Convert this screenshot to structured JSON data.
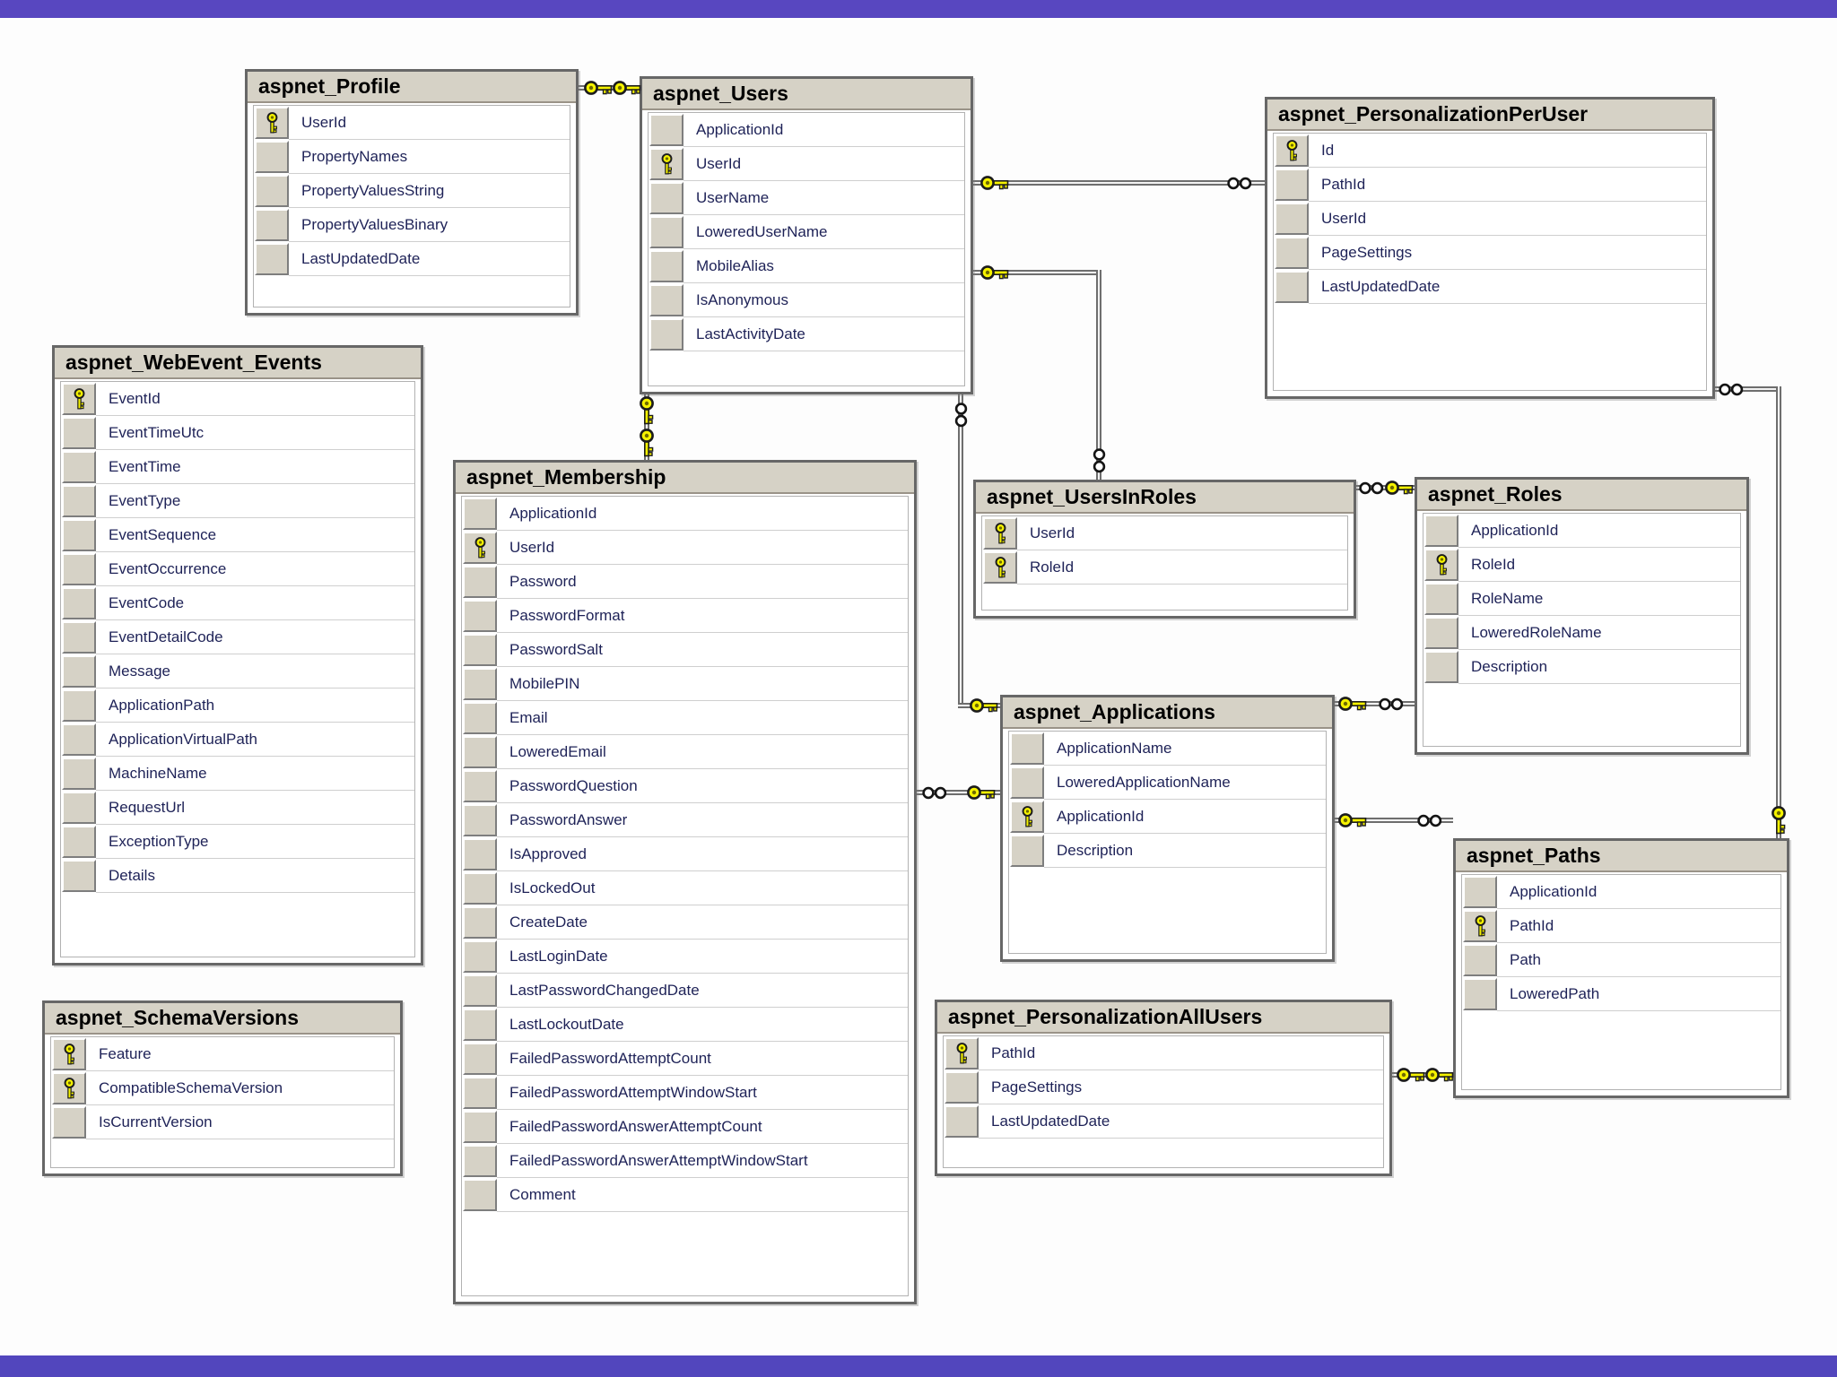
{
  "page": {
    "top_bar_color": "#5847c0",
    "bottom_bar_color": "#5246bd",
    "background": "#fdfdfd"
  },
  "colors": {
    "table_header_bg": "#d6d2c6",
    "table_border": "#676767",
    "field_text": "#1e2257",
    "title_text": "#000000",
    "primary_key_yellow": "#f5f200",
    "relationship_line_gray": "#6e6e6e"
  },
  "icons": {
    "primary_key": "key-icon",
    "one_side": "key-icon",
    "many_side": "infinity-icon"
  },
  "diagram": {
    "tables": [
      {
        "title": "aspnet_Profile",
        "fields": [
          {
            "name": "UserId",
            "key": true
          },
          {
            "name": "PropertyNames",
            "key": false
          },
          {
            "name": "PropertyValuesString",
            "key": false
          },
          {
            "name": "PropertyValuesBinary",
            "key": false
          },
          {
            "name": "LastUpdatedDate",
            "key": false
          }
        ]
      },
      {
        "title": "aspnet_Users",
        "fields": [
          {
            "name": "ApplicationId",
            "key": false
          },
          {
            "name": "UserId",
            "key": true
          },
          {
            "name": "UserName",
            "key": false
          },
          {
            "name": "LoweredUserName",
            "key": false
          },
          {
            "name": "MobileAlias",
            "key": false
          },
          {
            "name": "IsAnonymous",
            "key": false
          },
          {
            "name": "LastActivityDate",
            "key": false
          }
        ]
      },
      {
        "title": "aspnet_PersonalizationPerUser",
        "fields": [
          {
            "name": "Id",
            "key": true
          },
          {
            "name": "PathId",
            "key": false
          },
          {
            "name": "UserId",
            "key": false
          },
          {
            "name": "PageSettings",
            "key": false
          },
          {
            "name": "LastUpdatedDate",
            "key": false
          }
        ]
      },
      {
        "title": "aspnet_WebEvent_Events",
        "fields": [
          {
            "name": "EventId",
            "key": true
          },
          {
            "name": "EventTimeUtc",
            "key": false
          },
          {
            "name": "EventTime",
            "key": false
          },
          {
            "name": "EventType",
            "key": false
          },
          {
            "name": "EventSequence",
            "key": false
          },
          {
            "name": "EventOccurrence",
            "key": false
          },
          {
            "name": "EventCode",
            "key": false
          },
          {
            "name": "EventDetailCode",
            "key": false
          },
          {
            "name": "Message",
            "key": false
          },
          {
            "name": "ApplicationPath",
            "key": false
          },
          {
            "name": "ApplicationVirtualPath",
            "key": false
          },
          {
            "name": "MachineName",
            "key": false
          },
          {
            "name": "RequestUrl",
            "key": false
          },
          {
            "name": "ExceptionType",
            "key": false
          },
          {
            "name": "Details",
            "key": false
          }
        ]
      },
      {
        "title": "aspnet_SchemaVersions",
        "fields": [
          {
            "name": "Feature",
            "key": true
          },
          {
            "name": "CompatibleSchemaVersion",
            "key": true
          },
          {
            "name": "IsCurrentVersion",
            "key": false
          }
        ]
      },
      {
        "title": "aspnet_Membership",
        "fields": [
          {
            "name": "ApplicationId",
            "key": false
          },
          {
            "name": "UserId",
            "key": true
          },
          {
            "name": "Password",
            "key": false
          },
          {
            "name": "PasswordFormat",
            "key": false
          },
          {
            "name": "PasswordSalt",
            "key": false
          },
          {
            "name": "MobilePIN",
            "key": false
          },
          {
            "name": "Email",
            "key": false
          },
          {
            "name": "LoweredEmail",
            "key": false
          },
          {
            "name": "PasswordQuestion",
            "key": false
          },
          {
            "name": "PasswordAnswer",
            "key": false
          },
          {
            "name": "IsApproved",
            "key": false
          },
          {
            "name": "IsLockedOut",
            "key": false
          },
          {
            "name": "CreateDate",
            "key": false
          },
          {
            "name": "LastLoginDate",
            "key": false
          },
          {
            "name": "LastPasswordChangedDate",
            "key": false
          },
          {
            "name": "LastLockoutDate",
            "key": false
          },
          {
            "name": "FailedPasswordAttemptCount",
            "key": false
          },
          {
            "name": "FailedPasswordAttemptWindowStart",
            "key": false
          },
          {
            "name": "FailedPasswordAnswerAttemptCount",
            "key": false
          },
          {
            "name": "FailedPasswordAnswerAttemptWindowStart",
            "key": false
          },
          {
            "name": "Comment",
            "key": false
          }
        ]
      },
      {
        "title": "aspnet_UsersInRoles",
        "fields": [
          {
            "name": "UserId",
            "key": true
          },
          {
            "name": "RoleId",
            "key": true
          }
        ]
      },
      {
        "title": "aspnet_Roles",
        "fields": [
          {
            "name": "ApplicationId",
            "key": false
          },
          {
            "name": "RoleId",
            "key": true
          },
          {
            "name": "RoleName",
            "key": false
          },
          {
            "name": "LoweredRoleName",
            "key": false
          },
          {
            "name": "Description",
            "key": false
          }
        ]
      },
      {
        "title": "aspnet_Applications",
        "fields": [
          {
            "name": "ApplicationName",
            "key": false
          },
          {
            "name": "LoweredApplicationName",
            "key": false
          },
          {
            "name": "ApplicationId",
            "key": true
          },
          {
            "name": "Description",
            "key": false
          }
        ]
      },
      {
        "title": "aspnet_Paths",
        "fields": [
          {
            "name": "ApplicationId",
            "key": false
          },
          {
            "name": "PathId",
            "key": true
          },
          {
            "name": "Path",
            "key": false
          },
          {
            "name": "LoweredPath",
            "key": false
          }
        ]
      },
      {
        "title": "aspnet_PersonalizationAllUsers",
        "fields": [
          {
            "name": "PathId",
            "key": true
          },
          {
            "name": "PageSettings",
            "key": false
          },
          {
            "name": "LastUpdatedDate",
            "key": false
          }
        ]
      }
    ],
    "relationships": [
      {
        "a": "aspnet_Profile",
        "b": "aspnet_Users",
        "cardinality": "one-to-one"
      },
      {
        "a": "aspnet_Users",
        "b": "aspnet_PersonalizationPerUser",
        "cardinality": "one-to-many"
      },
      {
        "a": "aspnet_Users",
        "b": "aspnet_UsersInRoles",
        "cardinality": "one-to-many"
      },
      {
        "a": "aspnet_Users",
        "b": "aspnet_Membership",
        "cardinality": "one-to-one"
      },
      {
        "a": "aspnet_Applications",
        "b": "aspnet_Users",
        "cardinality": "one-to-many"
      },
      {
        "a": "aspnet_Applications",
        "b": "aspnet_Membership",
        "cardinality": "one-to-many"
      },
      {
        "a": "aspnet_Roles",
        "b": "aspnet_UsersInRoles",
        "cardinality": "one-to-many"
      },
      {
        "a": "aspnet_Applications",
        "b": "aspnet_Roles",
        "cardinality": "one-to-many"
      },
      {
        "a": "aspnet_Applications",
        "b": "aspnet_Paths",
        "cardinality": "one-to-many"
      },
      {
        "a": "aspnet_Paths",
        "b": "aspnet_PersonalizationPerUser",
        "cardinality": "one-to-many"
      },
      {
        "a": "aspnet_Paths",
        "b": "aspnet_PersonalizationAllUsers",
        "cardinality": "one-to-one"
      }
    ]
  }
}
